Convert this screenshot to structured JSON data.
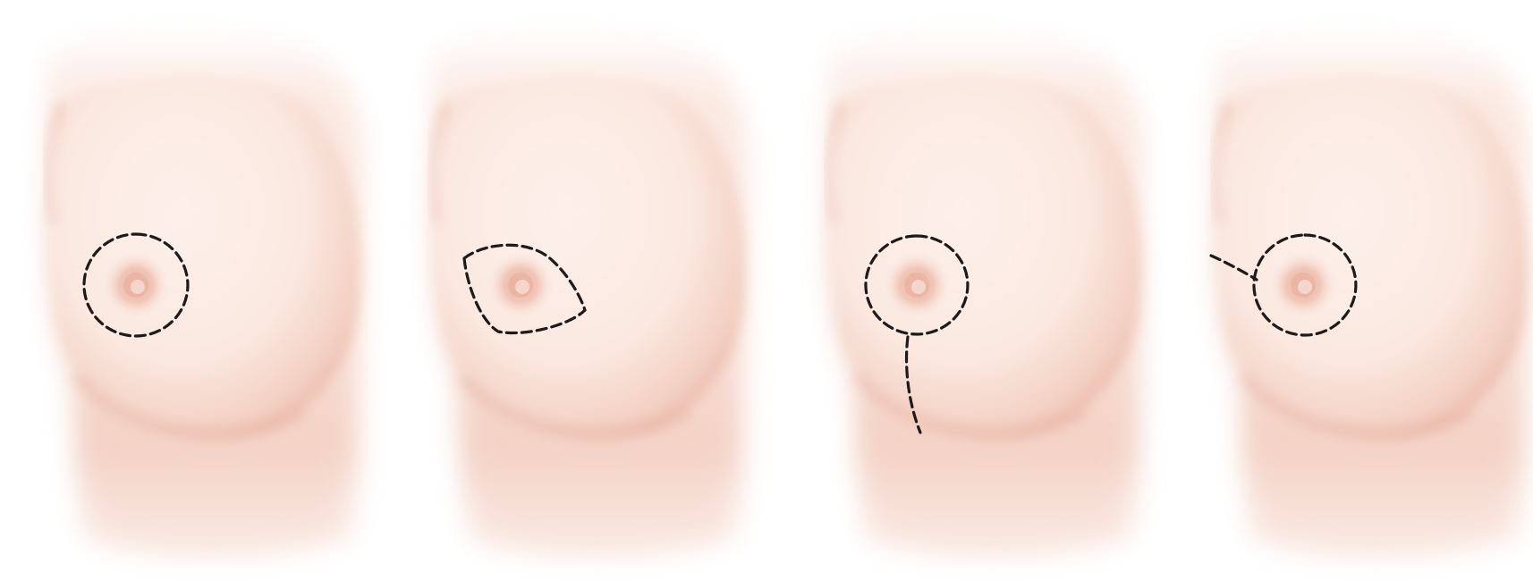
{
  "diagram": {
    "panels": [
      {
        "incision": "periareolar"
      },
      {
        "incision": "lateral-teardrop"
      },
      {
        "incision": "vertical-lollipop"
      },
      {
        "incision": "periareolar-lateral-extension"
      }
    ],
    "colors": {
      "background": "#ffffff",
      "skin_light": "#fbe9e1",
      "skin_mid": "#f3cfc1",
      "skin_shadow": "#e2a594",
      "areola": "#f1c6b8",
      "nipple": "#eab3a3",
      "incision_line": "#1f1a1a"
    }
  }
}
